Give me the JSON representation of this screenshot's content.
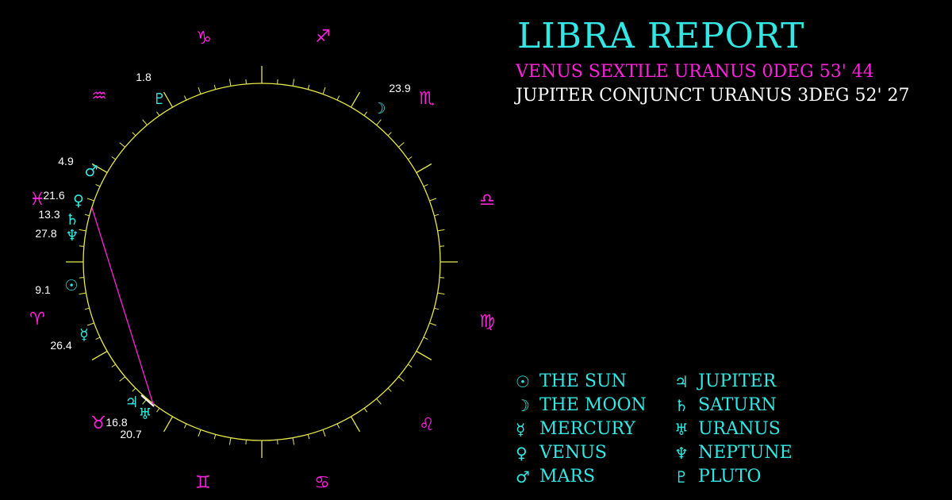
{
  "report": {
    "title": "LIBRA REPORT",
    "aspect_primary": "VENUS SEXTILE URANUS 0DEG 53' 44",
    "aspect_secondary": "JUPITER CONJUNCT URANUS 3DEG 52' 27"
  },
  "colors": {
    "background": "#000000",
    "ring": "#e8e84a",
    "zodiac_glyph": "#ff22dd",
    "planet_glyph": "#33e8e4",
    "aspect_line": "#ff22dd",
    "degree_text": "#ffffff"
  },
  "zodiac_signs": [
    {
      "name": "capricorn",
      "glyph": "♑"
    },
    {
      "name": "sagittarius",
      "glyph": "♐"
    },
    {
      "name": "scorpio",
      "glyph": "♏"
    },
    {
      "name": "libra",
      "glyph": "♎"
    },
    {
      "name": "virgo",
      "glyph": "♍"
    },
    {
      "name": "leo",
      "glyph": "♌"
    },
    {
      "name": "cancer",
      "glyph": "♋"
    },
    {
      "name": "gemini",
      "glyph": "♊"
    },
    {
      "name": "taurus",
      "glyph": "♉"
    },
    {
      "name": "aries",
      "glyph": "♈"
    },
    {
      "name": "pisces",
      "glyph": "♓"
    },
    {
      "name": "aquarius",
      "glyph": "♒"
    }
  ],
  "chart_planets": [
    {
      "name": "pluto",
      "glyph": "♇",
      "degree": "1.8"
    },
    {
      "name": "moon",
      "glyph": "☽",
      "degree": "23.9"
    },
    {
      "name": "mars",
      "glyph": "♂",
      "degree": "4.9"
    },
    {
      "name": "venus",
      "glyph": "♀",
      "degree": "21.6"
    },
    {
      "name": "saturn",
      "glyph": "♄",
      "degree": "13.3"
    },
    {
      "name": "neptune",
      "glyph": "♆",
      "degree": "27.8"
    },
    {
      "name": "sun",
      "glyph": "☉",
      "degree": "9.1"
    },
    {
      "name": "mercury",
      "glyph": "☿",
      "degree": "26.4"
    },
    {
      "name": "jupiter",
      "glyph": "♃",
      "degree": "16.8"
    },
    {
      "name": "uranus",
      "glyph": "♅",
      "degree": "20.7"
    }
  ],
  "aspect_lines": [
    {
      "from": "venus",
      "to": "uranus",
      "type": "sextile"
    }
  ],
  "legend": {
    "column_left": [
      {
        "glyph": "☉",
        "label": "THE SUN"
      },
      {
        "glyph": "☽",
        "label": "THE MOON"
      },
      {
        "glyph": "☿",
        "label": "MERCURY"
      },
      {
        "glyph": "♀",
        "label": "VENUS"
      },
      {
        "glyph": "♂",
        "label": "MARS"
      }
    ],
    "column_right": [
      {
        "glyph": "♃",
        "label": "JUPITER"
      },
      {
        "glyph": "♄",
        "label": "SATURN"
      },
      {
        "glyph": "♅",
        "label": "URANUS"
      },
      {
        "glyph": "♆",
        "label": "NEPTUNE"
      },
      {
        "glyph": "♇",
        "label": "PLUTO"
      }
    ]
  }
}
